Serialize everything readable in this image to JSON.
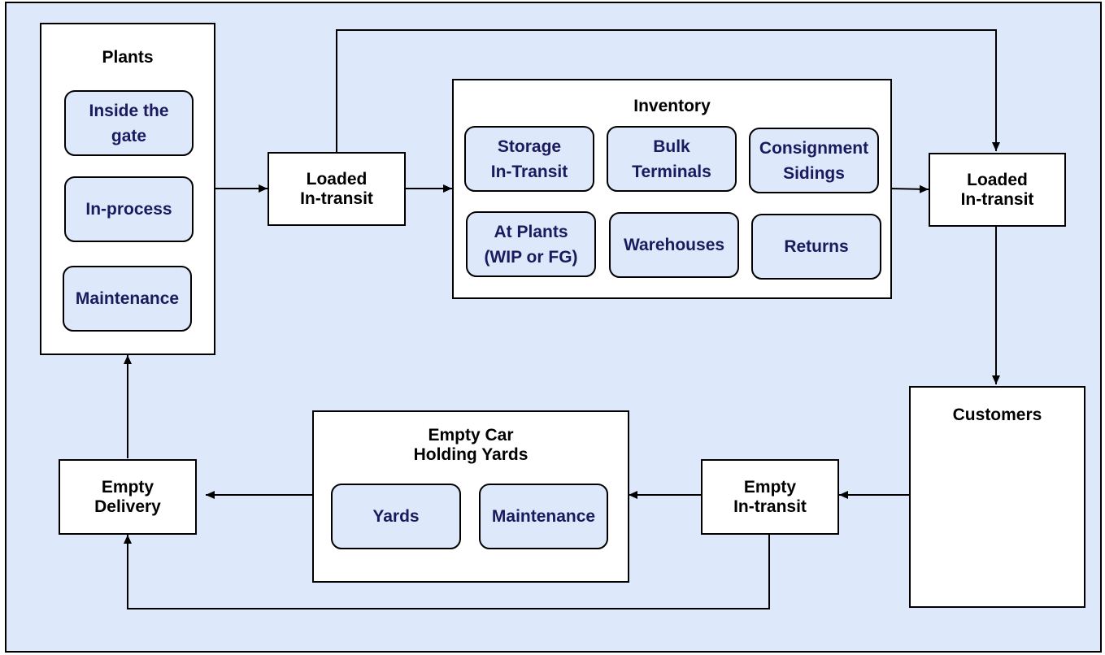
{
  "plants": {
    "title": "Plants",
    "items": [
      "Inside the\ngate",
      "In-process",
      "Maintenance"
    ]
  },
  "loaded_in_transit_left": "Loaded\nIn-transit",
  "inventory": {
    "title": "Inventory",
    "items": [
      "Storage\nIn-Transit",
      "Bulk\nTerminals",
      "Consignment\nSidings",
      "At Plants\n(WIP or FG)",
      "Warehouses",
      "Returns"
    ]
  },
  "loaded_in_transit_right": "Loaded\nIn-transit",
  "customers": {
    "title": "Customers"
  },
  "empty_in_transit": "Empty\nIn-transit",
  "holding_yards": {
    "title": "Empty Car\nHolding Yards",
    "items": [
      "Yards",
      "Maintenance"
    ]
  },
  "empty_delivery": "Empty\nDelivery"
}
